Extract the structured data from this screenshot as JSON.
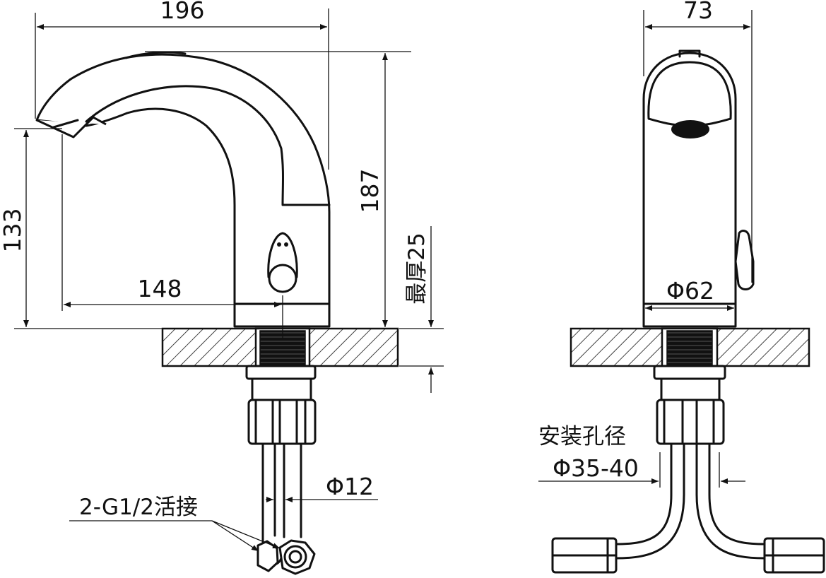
{
  "labels": {
    "side_width": "196",
    "spout_height": "133",
    "spout_reach": "148",
    "total_height": "187",
    "max_thickness": "最厚25",
    "front_width": "73",
    "base_diameter": "Φ62",
    "hose_diameter": "Φ12",
    "connector": "2-G1/2活接",
    "hole_title": "安装孔径",
    "hole_range": "Φ35-40"
  },
  "colors": {
    "line": "#111111",
    "background": "#ffffff"
  }
}
